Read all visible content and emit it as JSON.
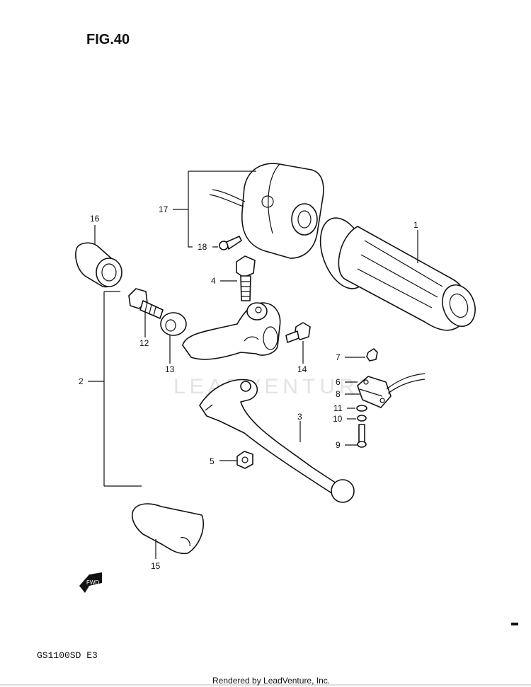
{
  "figure": {
    "title": "FIG.40",
    "model": "GS1100SD E3",
    "footer": "Rendered by LeadVenture, Inc.",
    "watermark": "LEADVENTURE"
  },
  "callouts": [
    {
      "id": "1",
      "part": "handlebar-grip"
    },
    {
      "id": "2",
      "part": "clutch-lever-assembly"
    },
    {
      "id": "3",
      "part": "clutch-lever"
    },
    {
      "id": "4",
      "part": "lever-pivot-bolt"
    },
    {
      "id": "5",
      "part": "nut"
    },
    {
      "id": "6",
      "part": "switch-bracket"
    },
    {
      "id": "7",
      "part": "screw"
    },
    {
      "id": "8",
      "part": "clutch-switch"
    },
    {
      "id": "9",
      "part": "screw"
    },
    {
      "id": "10",
      "part": "washer"
    },
    {
      "id": "11",
      "part": "spacer"
    },
    {
      "id": "12",
      "part": "adjuster-bolt"
    },
    {
      "id": "13",
      "part": "lock-nut"
    },
    {
      "id": "14",
      "part": "bolt"
    },
    {
      "id": "15",
      "part": "lever-boot"
    },
    {
      "id": "16",
      "part": "adjuster-boot"
    },
    {
      "id": "17",
      "part": "handlebar-switch-housing"
    },
    {
      "id": "18",
      "part": "screw"
    }
  ],
  "icons": {
    "fwd_arrow": "FWD"
  }
}
